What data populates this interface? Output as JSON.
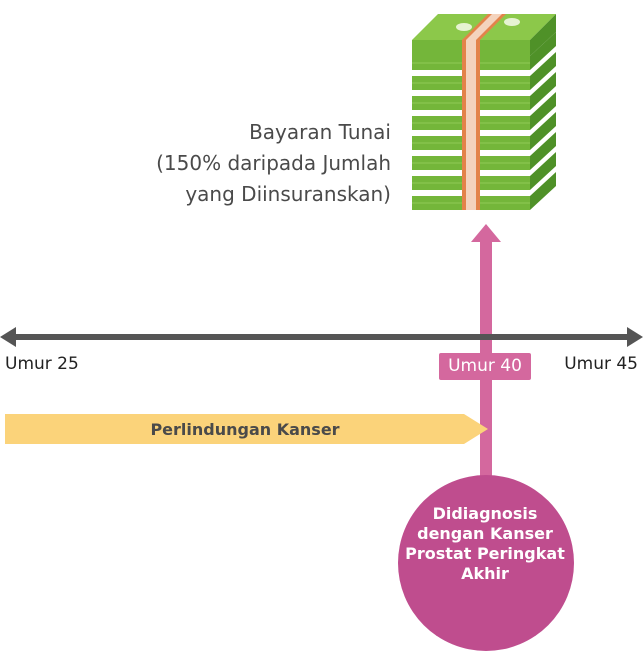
{
  "payout_label": {
    "line1": "Bayaran Tunai",
    "line2": "(150% daripada Jumlah",
    "line3": "yang Diinsuranskan)"
  },
  "timeline": {
    "start_age": "Umur 25",
    "event_age": "Umur 40",
    "end_age": "Umur 45"
  },
  "protection": {
    "label": "Perlindungan Kanser"
  },
  "diagnosis": {
    "line1": "Didiagnosis",
    "line2": "dengan Kanser",
    "line3": "Prostat Peringkat",
    "line4": "Akhir"
  },
  "colors": {
    "timeline": "#555555",
    "arrow_pink": "#d4689e",
    "circle_magenta": "#bf4d8e",
    "protection_yellow": "#fbd37a",
    "money_green": "#7cbf3c",
    "band_orange": "#e3834a"
  },
  "icons": {
    "money": "money-stack-icon"
  }
}
